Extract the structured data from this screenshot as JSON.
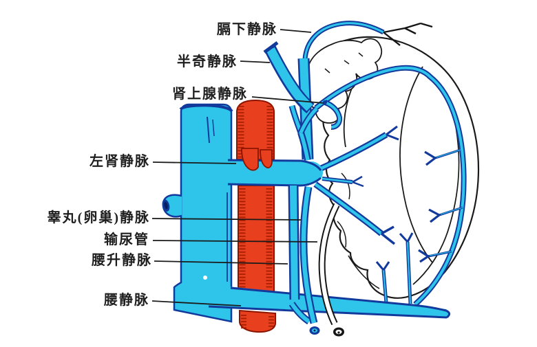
{
  "figure": {
    "type": "anatomical-diagram-left-renal-vein-region",
    "labels": [
      {
        "id": "inferior-phrenic-vein",
        "text": "膈下静脉"
      },
      {
        "id": "hemiazygos-vein",
        "text": "半奇静脉"
      },
      {
        "id": "suprarenal-vein",
        "text": "肾上腺静脉"
      },
      {
        "id": "left-renal-vein",
        "text": "左肾静脉"
      },
      {
        "id": "testicular-ovarian-vein",
        "text": "睾丸(卵巢)静脉"
      },
      {
        "id": "ureter",
        "text": "输尿管"
      },
      {
        "id": "ascending-lumbar-vein",
        "text": "腰升静脉"
      },
      {
        "id": "lumbar-vein",
        "text": "腰静脉"
      }
    ]
  },
  "colors": {
    "vein_fill": "#2FC5EA",
    "vein_outline": "#123A9C",
    "vein_dark": "#081F5E",
    "artery_fill": "#E8401E",
    "artery_hatch": "#A81E00",
    "artery_outline": "#8A1400",
    "organ_outline": "#1A1A1A",
    "pointer_line": "#1A1A1A",
    "label_text": "#1E1E1E",
    "background": "#FFFFFF"
  }
}
